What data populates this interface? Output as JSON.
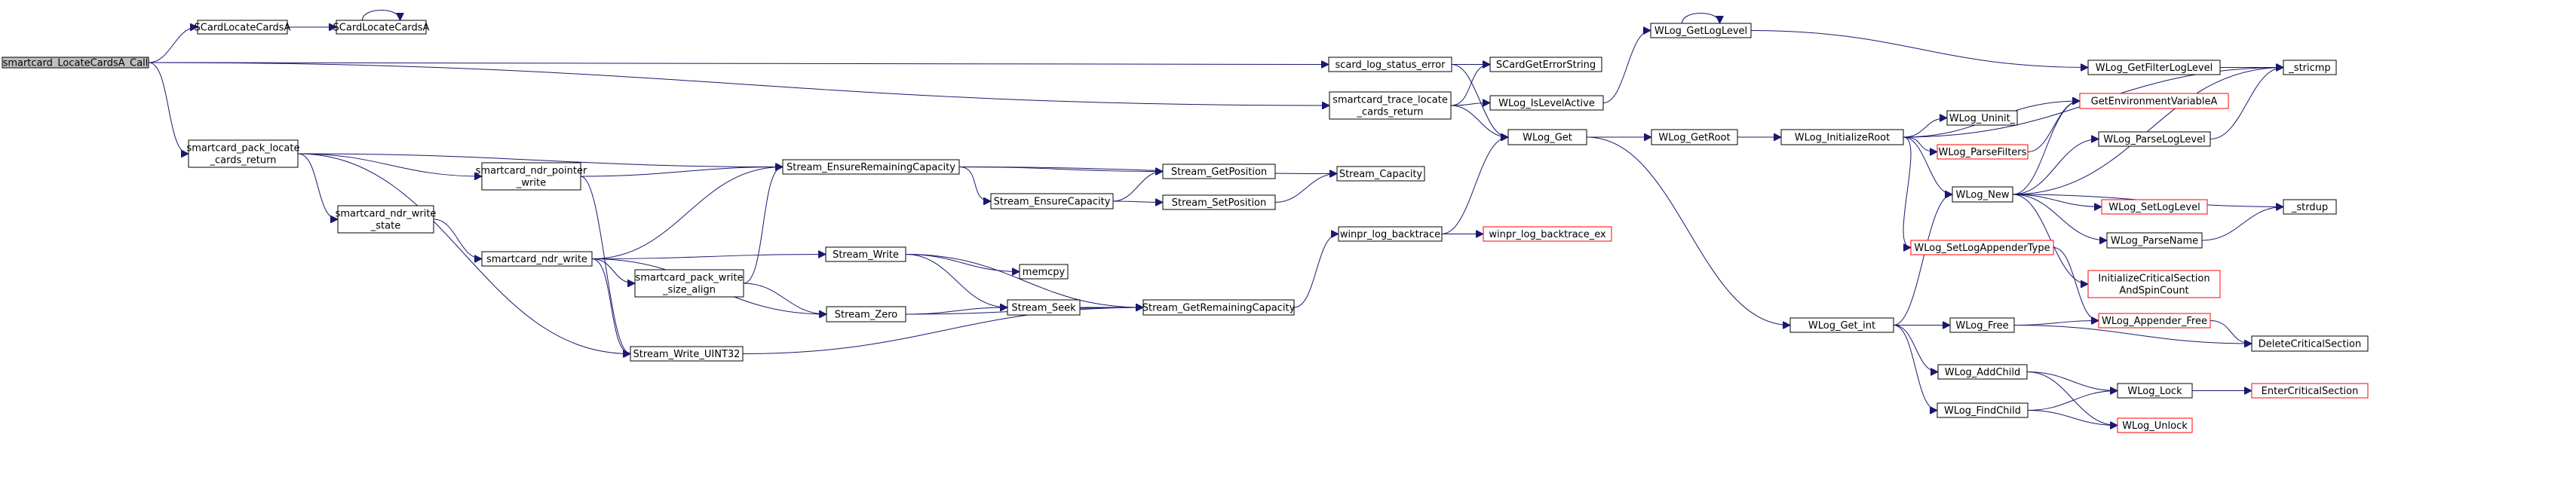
{
  "nodes": [
    {
      "id": "n_root",
      "lines": [
        "smartcard_LocateCardsA_Call"
      ],
      "style": "root"
    },
    {
      "id": "n_sclca1",
      "lines": [
        "SCardLocateCardsA"
      ],
      "style": "normal"
    },
    {
      "id": "n_sclca2",
      "lines": [
        "SCardLocateCardsA"
      ],
      "style": "normal"
    },
    {
      "id": "n_pack",
      "lines": [
        "smartcard_pack_locate",
        "_cards_return"
      ],
      "style": "normal"
    },
    {
      "id": "n_ptrw",
      "lines": [
        "smartcard_ndr_pointer",
        "_write"
      ],
      "style": "normal"
    },
    {
      "id": "n_ndrws",
      "lines": [
        "smartcard_ndr_write",
        "_state"
      ],
      "style": "normal"
    },
    {
      "id": "n_ndrw",
      "lines": [
        "smartcard_ndr_write"
      ],
      "style": "normal"
    },
    {
      "id": "n_wsa",
      "lines": [
        "smartcard_pack_write",
        "_size_align"
      ],
      "style": "normal"
    },
    {
      "id": "n_wu32",
      "lines": [
        "Stream_Write_UINT32"
      ],
      "style": "normal"
    },
    {
      "id": "n_erc",
      "lines": [
        "Stream_EnsureRemainingCapacity"
      ],
      "style": "normal"
    },
    {
      "id": "n_ec",
      "lines": [
        "Stream_EnsureCapacity"
      ],
      "style": "normal"
    },
    {
      "id": "n_sw",
      "lines": [
        "Stream_Write"
      ],
      "style": "normal"
    },
    {
      "id": "n_sz",
      "lines": [
        "Stream_Zero"
      ],
      "style": "normal"
    },
    {
      "id": "n_memcpy",
      "lines": [
        "memcpy"
      ],
      "style": "normal"
    },
    {
      "id": "n_seek",
      "lines": [
        "Stream_Seek"
      ],
      "style": "normal"
    },
    {
      "id": "n_gp",
      "lines": [
        "Stream_GetPosition"
      ],
      "style": "normal"
    },
    {
      "id": "n_setp",
      "lines": [
        "Stream_SetPosition"
      ],
      "style": "normal"
    },
    {
      "id": "n_grc",
      "lines": [
        "Stream_GetRemainingCapacity"
      ],
      "style": "normal"
    },
    {
      "id": "n_cap",
      "lines": [
        "Stream_Capacity"
      ],
      "style": "normal"
    },
    {
      "id": "n_bt",
      "lines": [
        "winpr_log_backtrace"
      ],
      "style": "normal"
    },
    {
      "id": "n_btex",
      "lines": [
        "winpr_log_backtrace_ex"
      ],
      "style": "trunc"
    },
    {
      "id": "n_slse",
      "lines": [
        "scard_log_status_error"
      ],
      "style": "normal"
    },
    {
      "id": "n_stlr",
      "lines": [
        "smartcard_trace_locate",
        "_cards_return"
      ],
      "style": "normal"
    },
    {
      "id": "n_sges",
      "lines": [
        "SCardGetErrorString"
      ],
      "style": "normal"
    },
    {
      "id": "n_wila",
      "lines": [
        "WLog_IsLevelActive"
      ],
      "style": "normal"
    },
    {
      "id": "n_wgll",
      "lines": [
        "WLog_GetLogLevel"
      ],
      "style": "normal"
    },
    {
      "id": "n_wget",
      "lines": [
        "WLog_Get"
      ],
      "style": "normal"
    },
    {
      "id": "n_wgr",
      "lines": [
        "WLog_GetRoot"
      ],
      "style": "normal"
    },
    {
      "id": "n_wir",
      "lines": [
        "WLog_InitializeRoot"
      ],
      "style": "normal"
    },
    {
      "id": "n_wgfll",
      "lines": [
        "WLog_GetFilterLogLevel"
      ],
      "style": "normal"
    },
    {
      "id": "n_stricmp",
      "lines": [
        "_stricmp"
      ],
      "style": "normal"
    },
    {
      "id": "n_gev",
      "lines": [
        "GetEnvironmentVariableA"
      ],
      "style": "trunc"
    },
    {
      "id": "n_wun",
      "lines": [
        "WLog_Uninit_"
      ],
      "style": "normal"
    },
    {
      "id": "n_wpf",
      "lines": [
        "WLog_ParseFilters"
      ],
      "style": "trunc"
    },
    {
      "id": "n_wpll",
      "lines": [
        "WLog_ParseLogLevel"
      ],
      "style": "normal"
    },
    {
      "id": "n_wnew",
      "lines": [
        "WLog_New"
      ],
      "style": "normal"
    },
    {
      "id": "n_wsll",
      "lines": [
        "WLog_SetLogLevel"
      ],
      "style": "trunc"
    },
    {
      "id": "n_strdup",
      "lines": [
        "_strdup"
      ],
      "style": "normal"
    },
    {
      "id": "n_wpn",
      "lines": [
        "WLog_ParseName"
      ],
      "style": "normal"
    },
    {
      "id": "n_wslat",
      "lines": [
        "WLog_SetLogAppenderType"
      ],
      "style": "trunc"
    },
    {
      "id": "n_icsa",
      "lines": [
        "InitializeCriticalSection",
        "AndSpinCount"
      ],
      "style": "trunc"
    },
    {
      "id": "n_waf",
      "lines": [
        "WLog_Appender_Free"
      ],
      "style": "trunc"
    },
    {
      "id": "n_dcs",
      "lines": [
        "DeleteCriticalSection"
      ],
      "style": "normal"
    },
    {
      "id": "n_wgi",
      "lines": [
        "WLog_Get_int"
      ],
      "style": "normal"
    },
    {
      "id": "n_wfree",
      "lines": [
        "WLog_Free"
      ],
      "style": "normal"
    },
    {
      "id": "n_wac",
      "lines": [
        "WLog_AddChild"
      ],
      "style": "normal"
    },
    {
      "id": "n_wlock",
      "lines": [
        "WLog_Lock"
      ],
      "style": "normal"
    },
    {
      "id": "n_ecs",
      "lines": [
        "EnterCriticalSection"
      ],
      "style": "trunc"
    },
    {
      "id": "n_wfc",
      "lines": [
        "WLog_FindChild"
      ],
      "style": "normal"
    },
    {
      "id": "n_wunlock",
      "lines": [
        "WLog_Unlock"
      ],
      "style": "trunc"
    }
  ],
  "edges": [
    [
      "n_root",
      "n_sclca1"
    ],
    [
      "n_root",
      "n_slse"
    ],
    [
      "n_root",
      "n_pack"
    ],
    [
      "n_root",
      "n_stlr"
    ],
    [
      "n_sclca1",
      "n_sclca2"
    ],
    [
      "n_sclca2",
      "n_sclca2"
    ],
    [
      "n_pack",
      "n_erc"
    ],
    [
      "n_pack",
      "n_ptrw"
    ],
    [
      "n_pack",
      "n_ndrws"
    ],
    [
      "n_pack",
      "n_wu32"
    ],
    [
      "n_ptrw",
      "n_erc"
    ],
    [
      "n_ptrw",
      "n_wu32"
    ],
    [
      "n_ndrws",
      "n_ndrw"
    ],
    [
      "n_ndrw",
      "n_erc"
    ],
    [
      "n_ndrw",
      "n_sw"
    ],
    [
      "n_ndrw",
      "n_wsa"
    ],
    [
      "n_ndrw",
      "n_sz"
    ],
    [
      "n_ndrw",
      "n_wu32"
    ],
    [
      "n_wsa",
      "n_erc"
    ],
    [
      "n_wsa",
      "n_sz"
    ],
    [
      "n_wu32",
      "n_grc"
    ],
    [
      "n_erc",
      "n_gp"
    ],
    [
      "n_erc",
      "n_ec"
    ],
    [
      "n_erc",
      "n_cap"
    ],
    [
      "n_ec",
      "n_gp"
    ],
    [
      "n_ec",
      "n_setp"
    ],
    [
      "n_setp",
      "n_cap"
    ],
    [
      "n_sw",
      "n_memcpy"
    ],
    [
      "n_sw",
      "n_seek"
    ],
    [
      "n_sw",
      "n_grc"
    ],
    [
      "n_sz",
      "n_seek"
    ],
    [
      "n_sz",
      "n_grc"
    ],
    [
      "n_seek",
      "n_grc"
    ],
    [
      "n_grc",
      "n_bt"
    ],
    [
      "n_bt",
      "n_btex"
    ],
    [
      "n_bt",
      "n_wget"
    ],
    [
      "n_slse",
      "n_sges"
    ],
    [
      "n_slse",
      "n_wget"
    ],
    [
      "n_stlr",
      "n_sges"
    ],
    [
      "n_stlr",
      "n_wila"
    ],
    [
      "n_stlr",
      "n_wget"
    ],
    [
      "n_wila",
      "n_wgll"
    ],
    [
      "n_wgll",
      "n_wgll"
    ],
    [
      "n_wgll",
      "n_wgfll"
    ],
    [
      "n_wgfll",
      "n_stricmp"
    ],
    [
      "n_wget",
      "n_wgr"
    ],
    [
      "n_wget",
      "n_wgi"
    ],
    [
      "n_wgr",
      "n_wir"
    ],
    [
      "n_wir",
      "n_stricmp"
    ],
    [
      "n_wir",
      "n_gev"
    ],
    [
      "n_wir",
      "n_wun"
    ],
    [
      "n_wir",
      "n_wpf"
    ],
    [
      "n_wir",
      "n_wnew"
    ],
    [
      "n_wir",
      "n_wslat"
    ],
    [
      "n_wpf",
      "n_gev"
    ],
    [
      "n_wpll",
      "n_stricmp"
    ],
    [
      "n_wnew",
      "n_gev"
    ],
    [
      "n_wnew",
      "n_wpll"
    ],
    [
      "n_wnew",
      "n_stricmp"
    ],
    [
      "n_wnew",
      "n_wsll"
    ],
    [
      "n_wnew",
      "n_strdup"
    ],
    [
      "n_wnew",
      "n_wpn"
    ],
    [
      "n_wnew",
      "n_icsa"
    ],
    [
      "n_wpn",
      "n_strdup"
    ],
    [
      "n_wslat",
      "n_waf"
    ],
    [
      "n_waf",
      "n_dcs"
    ],
    [
      "n_wgi",
      "n_wnew"
    ],
    [
      "n_wgi",
      "n_wfree"
    ],
    [
      "n_wgi",
      "n_wac"
    ],
    [
      "n_wgi",
      "n_wfc"
    ],
    [
      "n_wfree",
      "n_waf"
    ],
    [
      "n_wfree",
      "n_dcs"
    ],
    [
      "n_wac",
      "n_wlock"
    ],
    [
      "n_wac",
      "n_wunlock"
    ],
    [
      "n_wlock",
      "n_ecs"
    ],
    [
      "n_wfc",
      "n_wlock"
    ],
    [
      "n_wfc",
      "n_wunlock"
    ]
  ]
}
